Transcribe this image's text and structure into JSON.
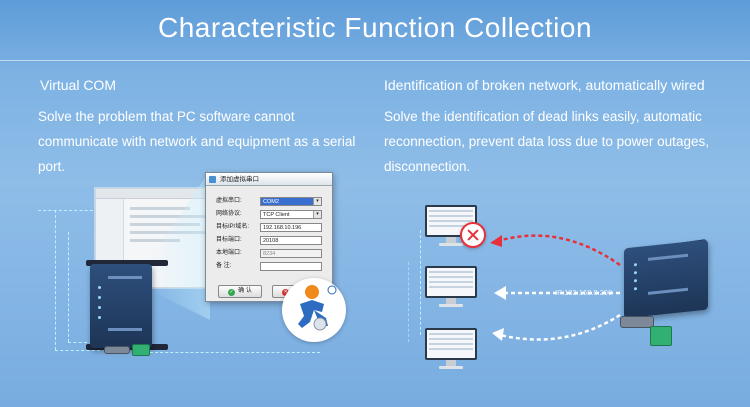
{
  "title": "Characteristic Function Collection",
  "left": {
    "heading": "Virtual COM",
    "body": "Solve the problem that PC software cannot communicate with network and equipment as a serial port."
  },
  "right": {
    "heading": "Identification of broken network, automatically wired",
    "body": "Solve the identification of dead links easily, automatic reconnection, prevent data loss due to power outages, disconnection."
  },
  "dialog": {
    "title": "添加虚拟串口",
    "rows": [
      {
        "label": "虚拟串口:",
        "value": "COM2"
      },
      {
        "label": "网络协议:",
        "value": "TCP Client"
      },
      {
        "label": "目标IP/域名:",
        "value": "192.168.10.196"
      },
      {
        "label": "目标端口:",
        "value": "20108"
      },
      {
        "label": "本地端口:",
        "value": "8234"
      },
      {
        "label": "备  注:",
        "value": ""
      }
    ],
    "ok_label": "确 认",
    "cancel_label": "取 消"
  },
  "network": {
    "ip_label": "IP:192.168.0.200"
  },
  "colors": {
    "background": "#7db2e3",
    "dash_line": "#b8f3ff",
    "device_body": "#2e4f7c",
    "terminal_green": "#32b073",
    "error_red": "#e8303a"
  }
}
